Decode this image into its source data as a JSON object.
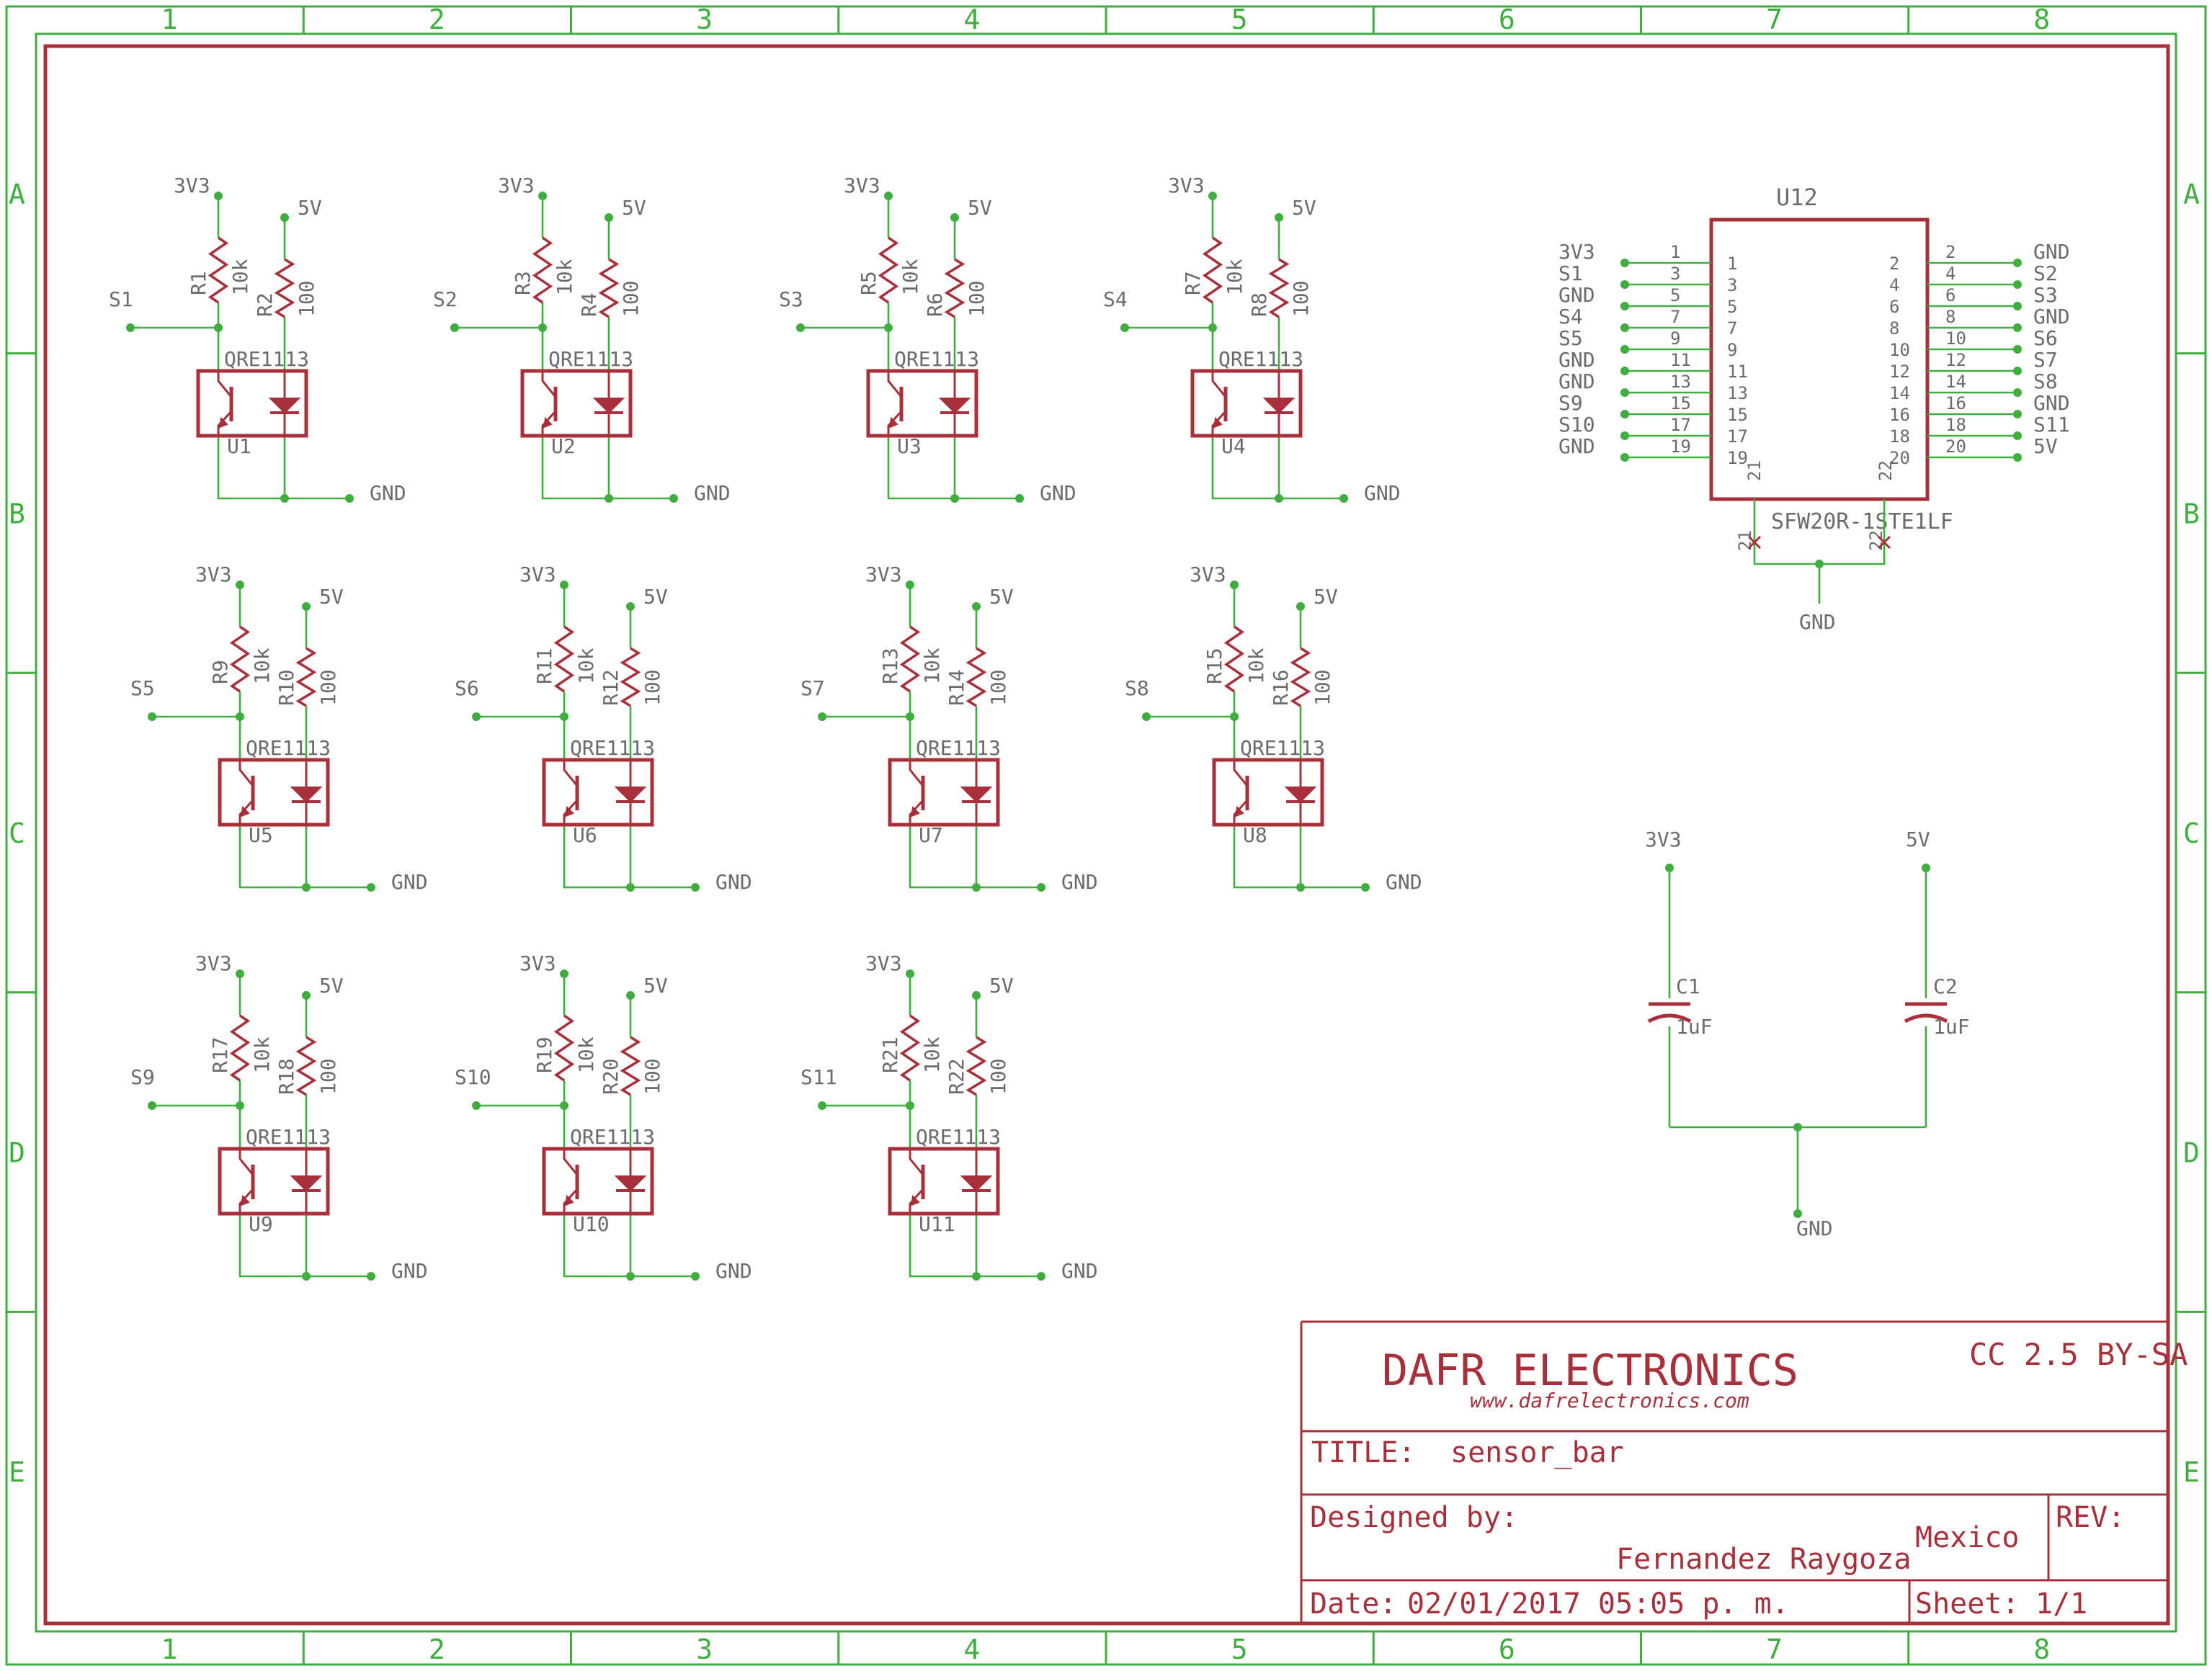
{
  "frame": {
    "columns": [
      "1",
      "2",
      "3",
      "4",
      "5",
      "6",
      "7",
      "8"
    ],
    "rows": [
      "A",
      "B",
      "C",
      "D",
      "E"
    ]
  },
  "colors": {
    "wire": "#3fae3f",
    "symbol": "#a8303a",
    "text": "#6b6b6b",
    "frame": "#3fae3f",
    "border": "#a8303a"
  },
  "sensors": [
    {
      "r_pull": "R1",
      "r_pull_val": "10k",
      "r_led": "R2",
      "r_led_val": "100",
      "part": "QRE1113",
      "name": "U1",
      "signal": "S1",
      "vcc_sig": "3V3",
      "vcc_led": "5V",
      "gnd": "GND"
    },
    {
      "r_pull": "R3",
      "r_pull_val": "10k",
      "r_led": "R4",
      "r_led_val": "100",
      "part": "QRE1113",
      "name": "U2",
      "signal": "S2",
      "vcc_sig": "3V3",
      "vcc_led": "5V",
      "gnd": "GND"
    },
    {
      "r_pull": "R5",
      "r_pull_val": "10k",
      "r_led": "R6",
      "r_led_val": "100",
      "part": "QRE1113",
      "name": "U3",
      "signal": "S3",
      "vcc_sig": "3V3",
      "vcc_led": "5V",
      "gnd": "GND"
    },
    {
      "r_pull": "R7",
      "r_pull_val": "10k",
      "r_led": "R8",
      "r_led_val": "100",
      "part": "QRE1113",
      "name": "U4",
      "signal": "S4",
      "vcc_sig": "3V3",
      "vcc_led": "5V",
      "gnd": "GND"
    },
    {
      "r_pull": "R9",
      "r_pull_val": "10k",
      "r_led": "R10",
      "r_led_val": "100",
      "part": "QRE1113",
      "name": "U5",
      "signal": "S5",
      "vcc_sig": "3V3",
      "vcc_led": "5V",
      "gnd": "GND"
    },
    {
      "r_pull": "R11",
      "r_pull_val": "10k",
      "r_led": "R12",
      "r_led_val": "100",
      "part": "QRE1113",
      "name": "U6",
      "signal": "S6",
      "vcc_sig": "3V3",
      "vcc_led": "5V",
      "gnd": "GND"
    },
    {
      "r_pull": "R13",
      "r_pull_val": "10k",
      "r_led": "R14",
      "r_led_val": "100",
      "part": "QRE1113",
      "name": "U7",
      "signal": "S7",
      "vcc_sig": "3V3",
      "vcc_led": "5V",
      "gnd": "GND"
    },
    {
      "r_pull": "R15",
      "r_pull_val": "10k",
      "r_led": "R16",
      "r_led_val": "100",
      "part": "QRE1113",
      "name": "U8",
      "signal": "S8",
      "vcc_sig": "3V3",
      "vcc_led": "5V",
      "gnd": "GND"
    },
    {
      "r_pull": "R17",
      "r_pull_val": "10k",
      "r_led": "R18",
      "r_led_val": "100",
      "part": "QRE1113",
      "name": "U9",
      "signal": "S9",
      "vcc_sig": "3V3",
      "vcc_led": "5V",
      "gnd": "GND"
    },
    {
      "r_pull": "R19",
      "r_pull_val": "10k",
      "r_led": "R20",
      "r_led_val": "100",
      "part": "QRE1113",
      "name": "U10",
      "signal": "S10",
      "vcc_sig": "3V3",
      "vcc_led": "5V",
      "gnd": "GND"
    },
    {
      "r_pull": "R21",
      "r_pull_val": "10k",
      "r_led": "R22",
      "r_led_val": "100",
      "part": "QRE1113",
      "name": "U11",
      "signal": "S11",
      "vcc_sig": "3V3",
      "vcc_led": "5V",
      "gnd": "GND"
    }
  ],
  "connector": {
    "name": "U12",
    "part": "SFW20R-1STE1LF",
    "left_pins": [
      {
        "net": "3V3",
        "num": "1"
      },
      {
        "net": "S1",
        "num": "3"
      },
      {
        "net": "GND",
        "num": "5"
      },
      {
        "net": "S4",
        "num": "7"
      },
      {
        "net": "S5",
        "num": "9"
      },
      {
        "net": "GND",
        "num": "11"
      },
      {
        "net": "GND",
        "num": "13"
      },
      {
        "net": "S9",
        "num": "15"
      },
      {
        "net": "S10",
        "num": "17"
      },
      {
        "net": "GND",
        "num": "19"
      }
    ],
    "right_pins": [
      {
        "net": "GND",
        "num": "2"
      },
      {
        "net": "S2",
        "num": "4"
      },
      {
        "net": "S3",
        "num": "6"
      },
      {
        "net": "GND",
        "num": "8"
      },
      {
        "net": "S6",
        "num": "10"
      },
      {
        "net": "S7",
        "num": "12"
      },
      {
        "net": "S8",
        "num": "14"
      },
      {
        "net": "GND",
        "num": "16"
      },
      {
        "net": "S11",
        "num": "18"
      },
      {
        "net": "5V",
        "num": "20"
      }
    ],
    "shield_pins": [
      "21",
      "22"
    ],
    "shield_net": "GND"
  },
  "capacitors": [
    {
      "name": "C1",
      "value": "1uF",
      "net": "3V3"
    },
    {
      "name": "C2",
      "value": "1uF",
      "net": "5V"
    }
  ],
  "cap_gnd": "GND",
  "title_block": {
    "company": "DAFR ELECTRONICS",
    "website": "www.dafrelectronics.com",
    "license": "CC 2.5 BY-SA",
    "title_label": "TITLE:",
    "title": "sensor_bar",
    "designed_label": "Designed by:",
    "designer": "Fernandez Raygoza",
    "location": "Mexico",
    "rev_label": "REV:",
    "date_label": "Date:",
    "date": "02/01/2017 05:05 p. m.",
    "sheet_label": "Sheet:",
    "sheet": "1/1"
  }
}
